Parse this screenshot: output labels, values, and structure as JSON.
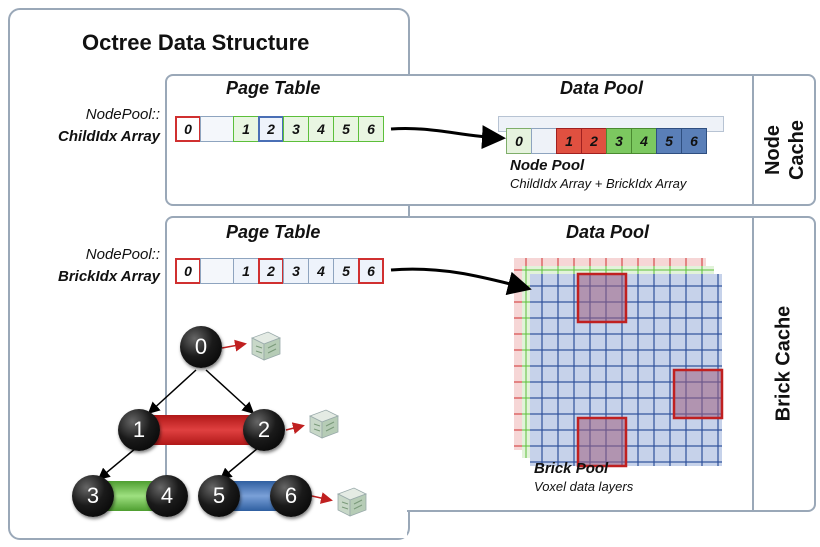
{
  "structure": {
    "title": "Octree Data Structure"
  },
  "childidx": {
    "side_label_1": "NodePool::",
    "side_label_2": "ChildIdx Array",
    "page_table_title": "Page Table",
    "data_pool_title": "Data Pool",
    "page_table_cells": [
      "0",
      "",
      "1",
      "2",
      "3",
      "4",
      "5",
      "6"
    ],
    "pool_cells": [
      "0",
      "",
      "1",
      "2",
      "3",
      "4",
      "5",
      "6"
    ],
    "pool_name": "Node Pool",
    "pool_desc": "ChildIdx Array + BrickIdx Array",
    "cache_label_1": "Node",
    "cache_label_2": "Cache"
  },
  "brickidx": {
    "side_label_1": "NodePool::",
    "side_label_2": "BrickIdx Array",
    "page_table_title": "Page Table",
    "data_pool_title": "Data Pool",
    "page_table_cells": [
      "0",
      "",
      "1",
      "2",
      "3",
      "4",
      "5",
      "6"
    ],
    "pool_name": "Brick Pool",
    "pool_desc": "Voxel data layers",
    "cache_label": "Brick Cache"
  },
  "tree": {
    "nodes": [
      "0",
      "1",
      "2",
      "3",
      "4",
      "5",
      "6"
    ]
  },
  "colors": {
    "red": "#d03030",
    "green": "#5cbf3a",
    "blue": "#4a6fb5",
    "border": "#9aa8b8"
  }
}
